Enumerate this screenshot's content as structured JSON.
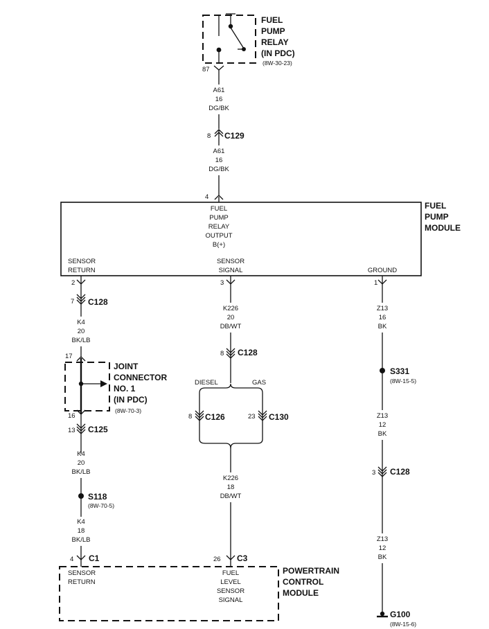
{
  "relay": {
    "title_lines": [
      "FUEL",
      "PUMP",
      "RELAY",
      "(IN PDC)"
    ],
    "ref": "(8W-30-23)",
    "pin": "87"
  },
  "wire_a61_top": {
    "circuit": "A61",
    "gauge": "16",
    "color": "DG/BK"
  },
  "c129": {
    "pin": "8",
    "label": "C129"
  },
  "wire_a61_bottom": {
    "circuit": "A61",
    "gauge": "16",
    "color": "DG/BK"
  },
  "fpm": {
    "input_pin": "4",
    "title_lines": [
      "FUEL",
      "PUMP",
      "MODULE"
    ],
    "output_lines": [
      "FUEL",
      "PUMP",
      "RELAY",
      "OUTPUT",
      "B(+)"
    ],
    "sensor_return_lines": [
      "SENSOR",
      "RETURN"
    ],
    "sensor_signal_lines": [
      "SENSOR",
      "SIGNAL"
    ],
    "ground_label": "GROUND",
    "pin_return": "2",
    "pin_signal": "3",
    "pin_ground": "1"
  },
  "left": {
    "c128": {
      "pin": "7",
      "label": "C128"
    },
    "wire1": {
      "circuit": "K4",
      "gauge": "20",
      "color": "BK/LB"
    },
    "joint_connector": {
      "pin_top": "17",
      "pin_bottom": "16",
      "title_lines": [
        "JOINT",
        "CONNECTOR",
        "NO. 1",
        "(IN PDC)"
      ],
      "ref": "(8W-70-3)"
    },
    "c125": {
      "pin": "13",
      "label": "C125"
    },
    "wire2": {
      "circuit": "K4",
      "gauge": "20",
      "color": "BK/LB"
    },
    "s118": {
      "label": "S118",
      "ref": "(8W-70-5)"
    },
    "wire3": {
      "circuit": "K4",
      "gauge": "18",
      "color": "BK/LB"
    },
    "c1": {
      "pin": "4",
      "label": "C1"
    }
  },
  "middle": {
    "wire1": {
      "circuit": "K226",
      "gauge": "20",
      "color": "DB/WT"
    },
    "c128": {
      "pin": "8",
      "label": "C128"
    },
    "diesel_label": "DIESEL",
    "gas_label": "GAS",
    "c126": {
      "pin": "8",
      "label": "C126"
    },
    "c130": {
      "pin": "23",
      "label": "C130"
    },
    "wire2": {
      "circuit": "K226",
      "gauge": "18",
      "color": "DB/WT"
    },
    "c3": {
      "pin": "26",
      "label": "C3"
    }
  },
  "right": {
    "wire1": {
      "circuit": "Z13",
      "gauge": "16",
      "color": "BK"
    },
    "s331": {
      "label": "S331",
      "ref": "(8W-15-5)"
    },
    "wire2": {
      "circuit": "Z13",
      "gauge": "12",
      "color": "BK"
    },
    "c128": {
      "pin": "3",
      "label": "C128"
    },
    "wire3": {
      "circuit": "Z13",
      "gauge": "12",
      "color": "BK"
    },
    "g100": {
      "label": "G100",
      "ref": "(8W-15-6)"
    }
  },
  "pcm": {
    "title_lines": [
      "POWERTRAIN",
      "CONTROL",
      "MODULE"
    ],
    "sensor_return_lines": [
      "SENSOR",
      "RETURN"
    ],
    "fuel_level_lines": [
      "FUEL",
      "LEVEL",
      "SENSOR",
      "SIGNAL"
    ]
  }
}
